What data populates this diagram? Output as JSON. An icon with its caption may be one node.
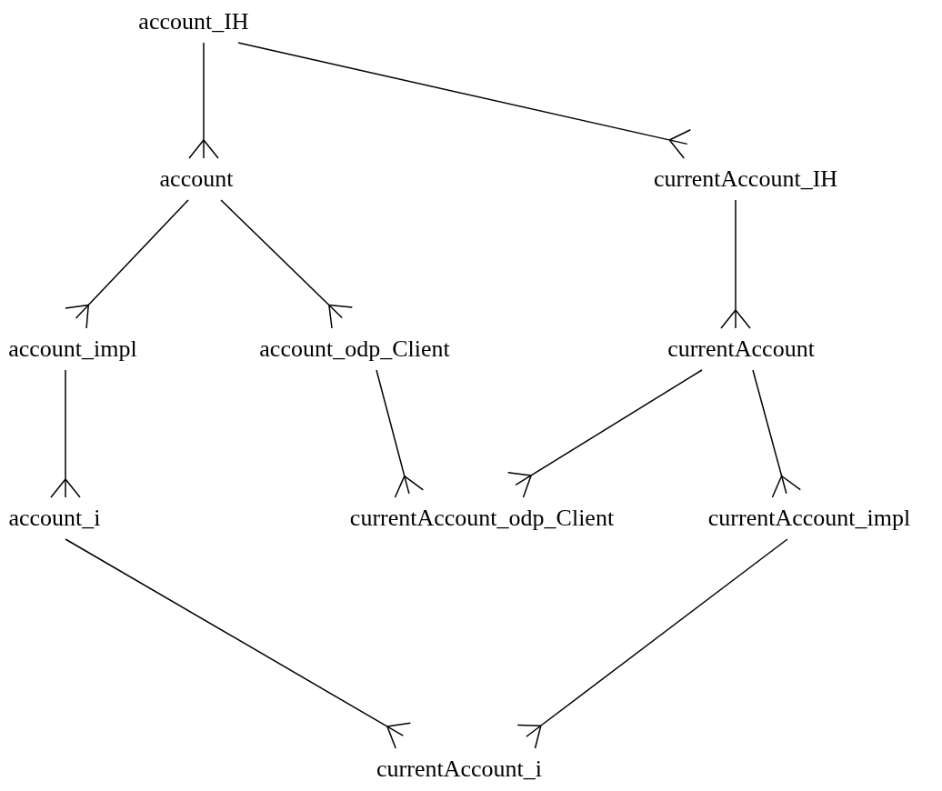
{
  "diagram": {
    "nodes": [
      {
        "text": [
          "account_IH"
        ]
      },
      {
        "text": [
          "account"
        ]
      },
      {
        "text": [
          "currentAccount_IH"
        ]
      },
      {
        "text": [
          "account_impl"
        ]
      },
      {
        "text": [
          "account_odp_Client"
        ]
      },
      {
        "text": [
          "currentAccount"
        ]
      },
      {
        "text": [
          "account_i"
        ]
      },
      {
        "text": [
          "currentAccount_odp_Client"
        ]
      },
      {
        "text": [
          "currentAccount_impl"
        ]
      },
      {
        "text": [
          "currentAccount_i"
        ]
      }
    ],
    "edges": [
      {
        "from": 0,
        "to": 1,
        "arrow": "other"
      },
      {
        "from": 0,
        "to": 2,
        "arrow": "other"
      },
      {
        "from": 1,
        "to": 3,
        "arrow": "other"
      },
      {
        "from": 1,
        "to": 4,
        "arrow": "other"
      },
      {
        "from": 2,
        "to": 5,
        "arrow": "other"
      },
      {
        "from": 3,
        "to": 6,
        "arrow": "other"
      },
      {
        "from": 4,
        "to": 7,
        "arrow": "other"
      },
      {
        "from": 5,
        "to": 7,
        "arrow": "other"
      },
      {
        "from": 5,
        "to": 8,
        "arrow": "other"
      },
      {
        "from": 6,
        "to": 9,
        "arrow": "other"
      },
      {
        "from": 8,
        "to": 9,
        "arrow": "other"
      }
    ]
  }
}
